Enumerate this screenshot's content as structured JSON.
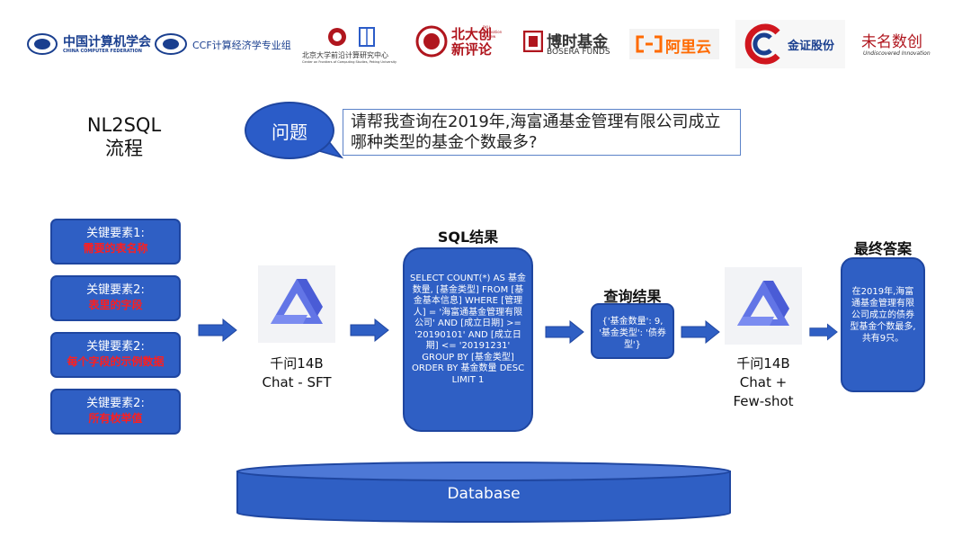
{
  "logos": {
    "ccf": "中国计算机学会",
    "ccf_en": "CHINA COMPUTER FEDERATION",
    "ccf_econ": "CCF计算经济学专业组",
    "pku_center": "北京大学前沿计算研究中心",
    "pku_center_en": "Center on Frontiers of Computing Studies, Peking University",
    "pku_review": "北大创新评论",
    "pku_review_en": "PKU Innovation Review",
    "bosera_cn": "博时基金",
    "bosera_en": "BOSERA FUNDS",
    "aliyun": "阿里云",
    "jinzheng": "金证股份",
    "unnamed": "未名数创",
    "unnamed_en": "Undiscovered Innovation"
  },
  "title": "NL2SQL\n流程",
  "question": {
    "bubble": "问题",
    "text": "请帮我查询在2019年,海富通基金管理有限公司成立哪种类型的基金个数最多?"
  },
  "key_elements": [
    {
      "label": "关键要素1:",
      "value": "需要的表名称"
    },
    {
      "label": "关键要素2:",
      "value": "表里的字段"
    },
    {
      "label": "关键要素2:",
      "value": "每个字段的示例数据"
    },
    {
      "label": "关键要素2:",
      "value": "所有枚举值"
    }
  ],
  "model1": {
    "name": "千问14B",
    "mode": "Chat - SFT"
  },
  "sql": {
    "title": "SQL结果",
    "text": "SELECT COUNT(*) AS 基金数量, [基金类型] FROM [基金基本信息] WHERE [管理人] = '海富通基金管理有限公司' AND [成立日期] >= '20190101' AND [成立日期] <= '20191231' GROUP BY [基金类型] ORDER BY 基金数量 DESC LIMIT 1"
  },
  "query_result": {
    "title": "查询结果",
    "text": "{'基金数量': 9, '基金类型': '债券型'}"
  },
  "model2": {
    "name": "千问14B",
    "mode": "Chat +",
    "mode2": "Few-shot"
  },
  "answer": {
    "title": "最终答案",
    "text": "在2019年,海富通基金管理有限公司成立的债券型基金个数最多,共有9只。"
  },
  "database": "Database",
  "colors": {
    "primary_blue": "#2f5fc4",
    "border_blue": "#1f46a0",
    "highlight_red": "#ff1e1e"
  }
}
